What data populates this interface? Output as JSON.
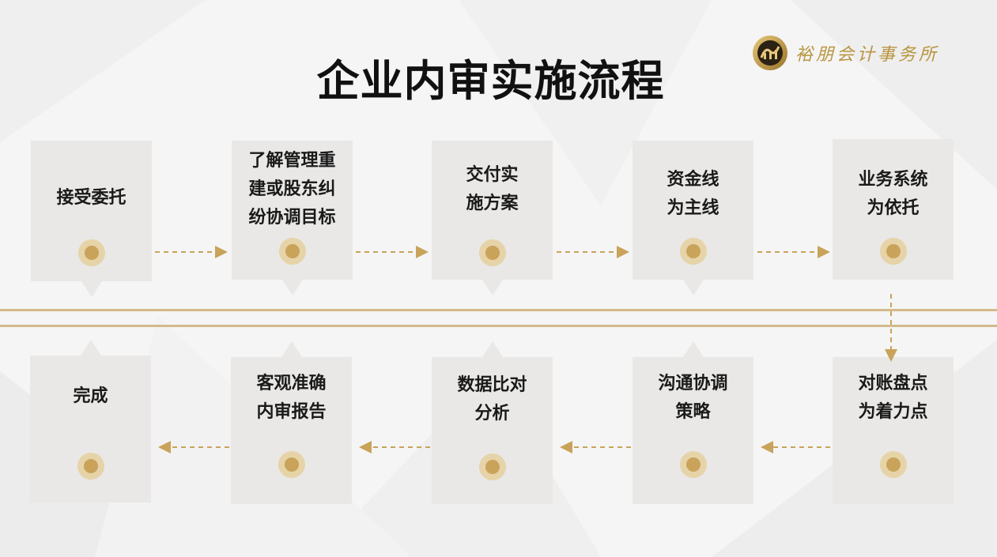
{
  "title": "企业内审实施流程",
  "brand": {
    "name": "裕朋会计事务所",
    "logo_icon": "yupeng-logo-icon"
  },
  "colors": {
    "accent": "#c9a35a",
    "accent_light": "#e6d3a8",
    "card": "#e9e8e6",
    "divider": "#d4b98a"
  },
  "steps": [
    {
      "label": "接受委托"
    },
    {
      "label": "了解管理重\n建或股东纠\n纷协调目标"
    },
    {
      "label": "交付实\n施方案"
    },
    {
      "label": "资金线\n为主线"
    },
    {
      "label": "业务系统\n为依托"
    },
    {
      "label": "对账盘点\n为着力点"
    },
    {
      "label": "沟通协调\n策略"
    },
    {
      "label": "数据比对\n分析"
    },
    {
      "label": "客观准确\n内审报告"
    },
    {
      "label": "完成"
    }
  ]
}
